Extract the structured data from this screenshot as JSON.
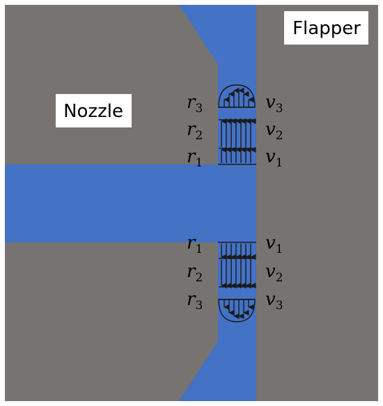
{
  "labels": {
    "nozzle": "Nozzle",
    "flapper": "Flapper"
  },
  "upper_profile": [
    {
      "symbol": "r",
      "index": "3",
      "velocity": "v",
      "vindex": "3"
    },
    {
      "symbol": "r",
      "index": "2",
      "velocity": "v",
      "vindex": "2"
    },
    {
      "symbol": "r",
      "index": "1",
      "velocity": "v",
      "vindex": "1"
    }
  ],
  "lower_profile": [
    {
      "symbol": "r",
      "index": "1",
      "velocity": "v",
      "vindex": "1"
    },
    {
      "symbol": "r",
      "index": "2",
      "velocity": "v",
      "vindex": "2"
    },
    {
      "symbol": "r",
      "index": "3",
      "velocity": "v",
      "vindex": "3"
    }
  ],
  "colors": {
    "solid": "#777371",
    "fluid": "#4472c4",
    "outline": "#1a1a1a",
    "background": "#ffffff"
  }
}
